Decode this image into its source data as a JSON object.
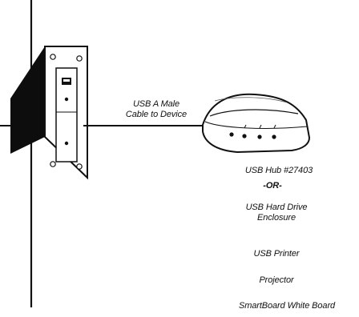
{
  "cable_label": {
    "line1": "USB A Male",
    "line2": "Cable to Device"
  },
  "devices": {
    "hub": "USB Hub #27403",
    "or": "-OR-",
    "hdd_line1": "USB Hard Drive",
    "hdd_line2": "Enclosure",
    "printer": "USB Printer",
    "projector": "Projector",
    "smartboard": "SmartBoard White Board"
  },
  "icons": {
    "wall_plate": "usb-wall-plate-icon",
    "hub": "usb-hub-device-icon"
  },
  "colors": {
    "ink": "#111111",
    "background": "#ffffff"
  }
}
